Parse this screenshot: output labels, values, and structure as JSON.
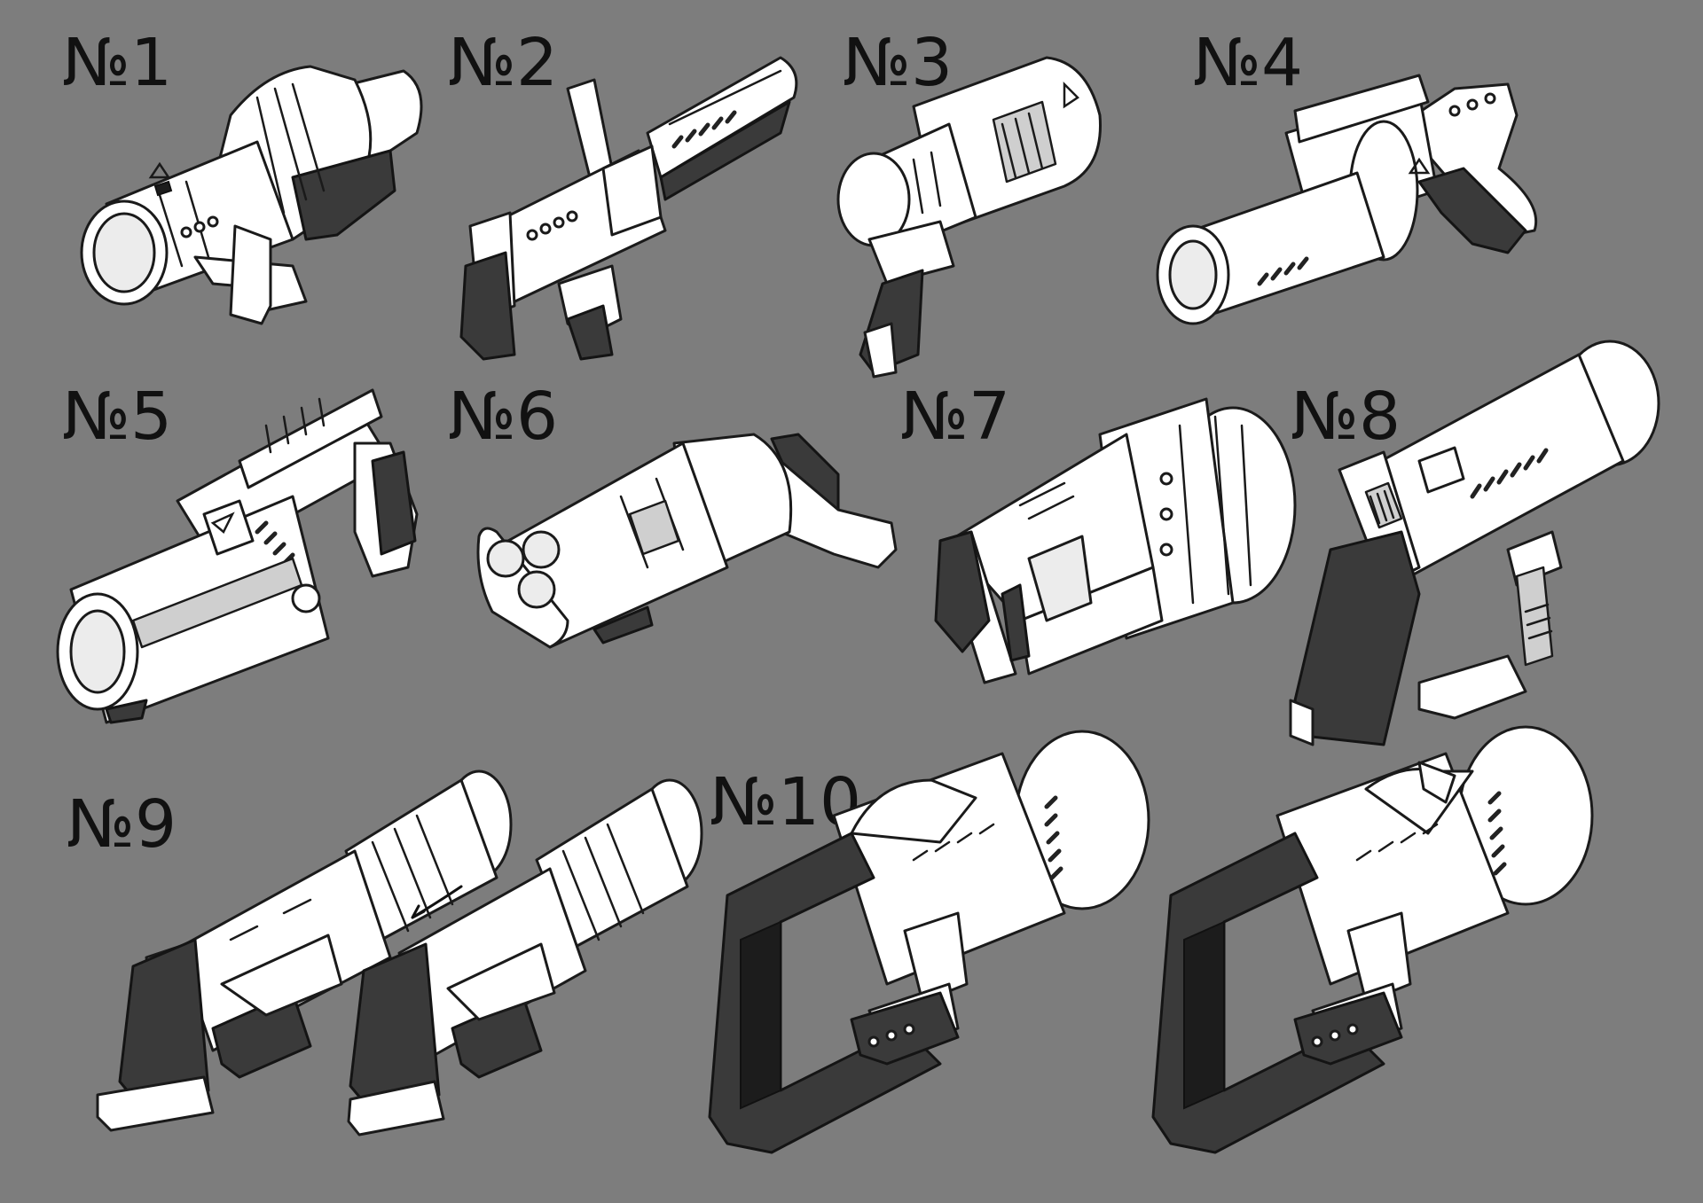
{
  "labels": {
    "n1": "№1",
    "n2": "№2",
    "n3": "№3",
    "n4": "№4",
    "n5": "№5",
    "n6": "№6",
    "n7": "№7",
    "n8": "№8",
    "n9": "№9",
    "n10": "№10"
  },
  "colors": {
    "background": "#7d7d7d",
    "body": "#ffffff",
    "shadow": "#cfcfcf",
    "grip": "#3a3a3a",
    "outline": "#1a1a1a"
  }
}
